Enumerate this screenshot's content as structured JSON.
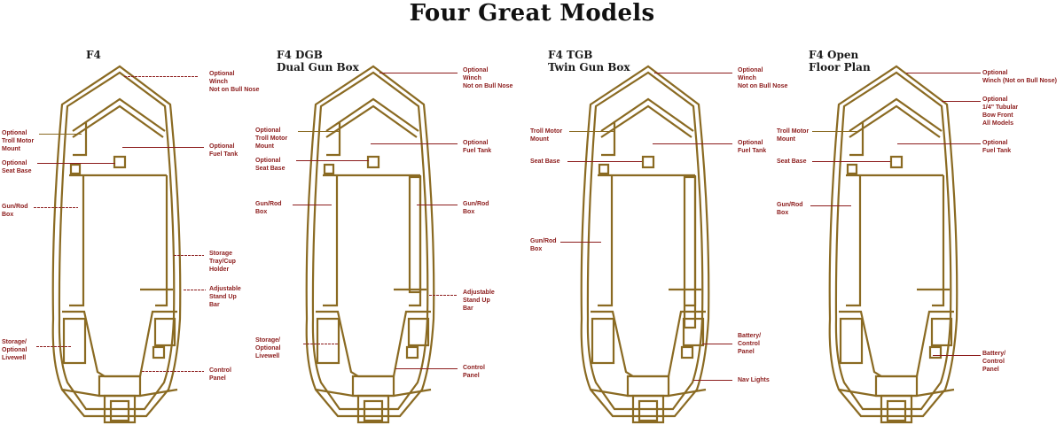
{
  "title": "Four Great Models",
  "colors": {
    "outline": "#8a6a22",
    "label": "#8c1c1c",
    "title": "#111111",
    "background": "#ffffff"
  },
  "models": [
    {
      "name": "F4",
      "labels": [
        {
          "text": "Optional\nWinch\nNot on Bull Nose"
        },
        {
          "text": "Optional\nTroll Motor\nMount"
        },
        {
          "text": "Optional\nFuel Tank"
        },
        {
          "text": "Optional\nSeat Base"
        },
        {
          "text": "Gun/Rod\nBox"
        },
        {
          "text": "Storage\nTray/Cup\nHolder"
        },
        {
          "text": "Adjustable\nStand Up\nBar"
        },
        {
          "text": "Storage/\nOptional\nLivewell"
        },
        {
          "text": "Control\nPanel"
        }
      ]
    },
    {
      "name": "F4 DGB\nDual Gun Box",
      "labels": [
        {
          "text": "Optional\nWinch\nNot on Bull Nose"
        },
        {
          "text": "Optional\nTroll Motor\nMount"
        },
        {
          "text": "Optional\nFuel Tank"
        },
        {
          "text": "Optional\nSeat Base"
        },
        {
          "text": "Gun/Rod\nBox"
        },
        {
          "text": "Gun/Rod\nBox"
        },
        {
          "text": "Adjustable\nStand Up\nBar"
        },
        {
          "text": "Storage/\nOptional\nLivewell"
        },
        {
          "text": "Control\nPanel"
        }
      ]
    },
    {
      "name": "F4 TGB\nTwin Gun Box",
      "labels": [
        {
          "text": "Optional\nWinch\nNot on Bull Nose"
        },
        {
          "text": "Troll Motor\nMount"
        },
        {
          "text": "Optional\nFuel Tank"
        },
        {
          "text": "Seat Base"
        },
        {
          "text": "Gun/Rod\nBox"
        },
        {
          "text": "Battery/\nControl\nPanel"
        },
        {
          "text": "Nav Lights"
        }
      ]
    },
    {
      "name": "F4 Open\nFloor Plan",
      "labels": [
        {
          "text": "Optional\nWinch (Not on Bull Nose)"
        },
        {
          "text": "Optional\n1/4\" Tubular\nBow Front\nAll Models"
        },
        {
          "text": "Troll Motor\nMount"
        },
        {
          "text": "Optional\nFuel Tank"
        },
        {
          "text": "Seat Base"
        },
        {
          "text": "Gun/Rod\nBox"
        },
        {
          "text": "Battery/\nControl\nPanel"
        }
      ]
    }
  ]
}
